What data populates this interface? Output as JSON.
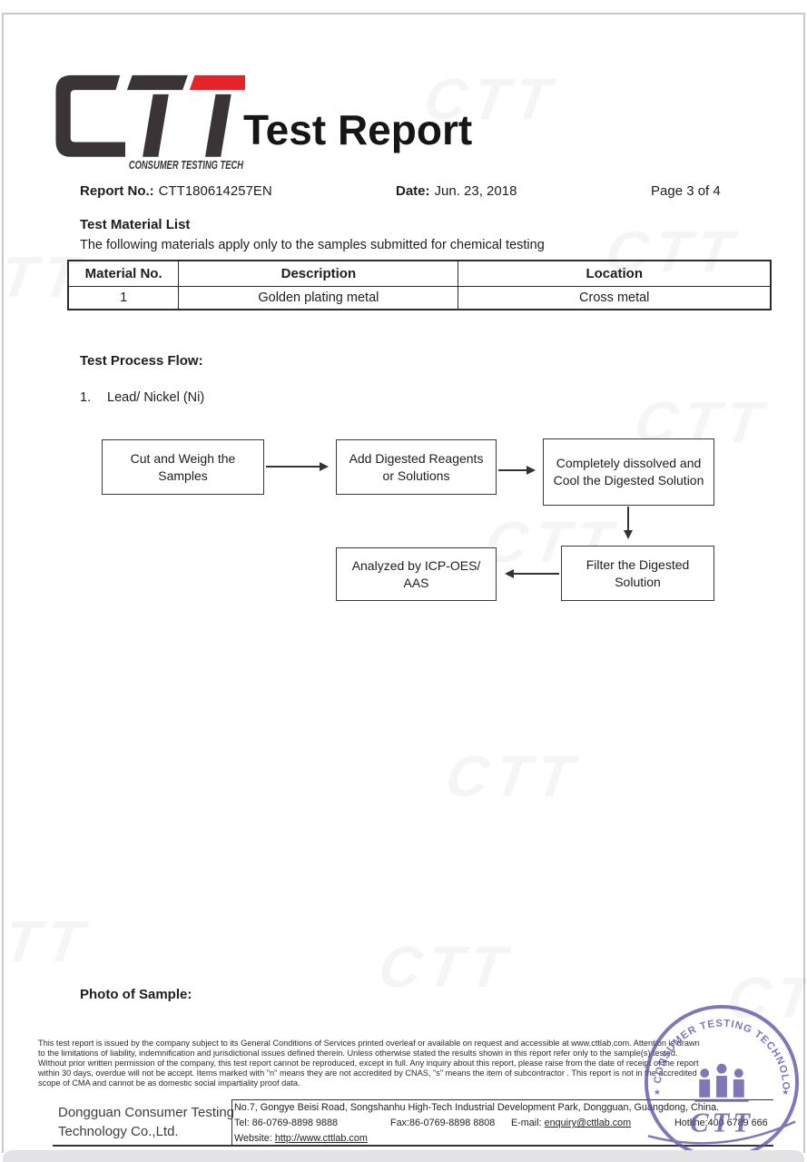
{
  "logo": {
    "tagline": "CONSUMER TESTING TECH",
    "dark": "#3a3437",
    "red": "#e6232a"
  },
  "watermark": {
    "text": "CTT"
  },
  "title": "Test Report",
  "meta": {
    "report_no_label": "Report No.:",
    "report_no": "CTT180614257EN",
    "date_label": "Date:",
    "date": "Jun. 23, 2018",
    "page": "Page 3 of 4"
  },
  "material_section": {
    "heading": "Test Material List",
    "subtitle": "The following materials apply only to the samples submitted for chemical testing",
    "table": {
      "headers": [
        "Material No.",
        "Description",
        "Location"
      ],
      "rows": [
        [
          "1",
          "Golden plating metal",
          "Cross metal"
        ]
      ]
    }
  },
  "process_section": {
    "heading": "Test Process Flow:",
    "item_number": "1.",
    "item_label": "Lead/ Nickel (Ni)",
    "boxes": [
      "Cut and Weigh the Samples",
      "Add Digested Reagents or Solutions",
      "Completely dissolved and Cool the Digested Solution",
      "Analyzed by ICP-OES/ AAS",
      "Filter the Digested Solution"
    ]
  },
  "photo_section": {
    "heading": "Photo of Sample:"
  },
  "disclaimer": {
    "lines": [
      "This test report is issued by the company subject to its General Conditions of Services printed overleaf or available on request and accessible at www.cttlab.com. Attention is drawn",
      "to the limitations of liability, indemnification and jurisdictional issues defined therein. Unless otherwise stated the results shown in this report refer only to the sample(s) tested.",
      "Without prior written permission of the company, this test report cannot be reproduced, except in full. Any inquiry about this report, please raise from the date of receipt of the report",
      "within 30 days, overdue will not be accept. Items marked with \"n\" means they are not accredited by CNAS, \"s\" means the item of subcontractor . This report is not in the accredited",
      "scope of CMA and cannot be as domestic social impartiality proof data."
    ]
  },
  "footer": {
    "company_line1": "Dongguan Consumer Testing",
    "company_line2": "Technology Co.,Ltd.",
    "address": "No.7, Gongye Beisi Road, Songshanhu High-Tech Industrial Development Park, Dongguan, Guangdong, China.",
    "tel": "Tel: 86-0769-8898 9888",
    "fax": "Fax:86-0769-8898 8808",
    "email_label": "E-mail:",
    "email": "enquiry@cttlab.com",
    "hotline": "Hotline:400 6789 666",
    "website_label": "Website:",
    "website": "http://www.cttlab.com"
  },
  "seal": {
    "ring_text": "CONSUMER TESTING TECHNOLOGY",
    "star_left": "★",
    "star_right": "★",
    "text": "CTT",
    "color": "#5b52a5"
  }
}
